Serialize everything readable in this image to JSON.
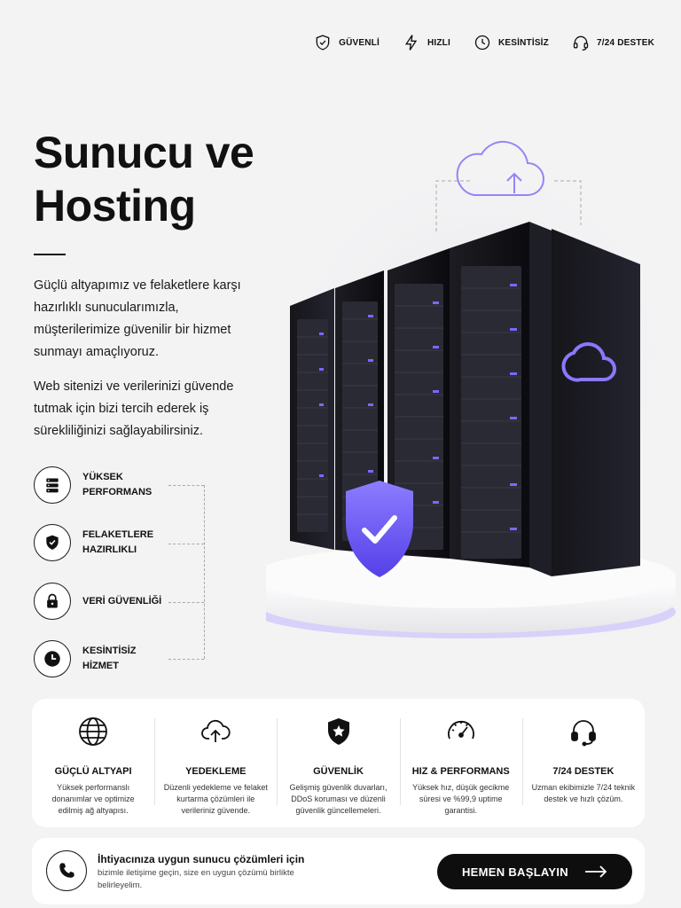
{
  "topbar": {
    "items": [
      {
        "label": "GÜVENLİ",
        "icon": "shield-check-icon"
      },
      {
        "label": "HIZLI",
        "icon": "lightning-icon"
      },
      {
        "label": "KESİNTİSİZ",
        "icon": "clock-icon"
      },
      {
        "label": "7/24 DESTEK",
        "icon": "headset-icon"
      }
    ]
  },
  "hero": {
    "title_line1": "Sunucu ve",
    "title_line2": "Hosting",
    "paragraph1": "Güçlü altyapımız ve felaketlere karşı hazırlıklı sunucularımızla, müşterilerimize güvenilir bir hizmet sunmayı amaçlıyoruz.",
    "paragraph2": "Web sitenizi ve verilerinizi güvende tutmak için bizi tercih ederek iş sürekliliğinizi sağlayabilirsiniz."
  },
  "features": [
    {
      "label": "YÜKSEK PERFORMANS",
      "icon": "server-stack-icon"
    },
    {
      "label": "FELAKETLERE HAZIRLIKLI",
      "icon": "shield-check-icon"
    },
    {
      "label": "VERİ GÜVENLİĞİ",
      "icon": "padlock-icon"
    },
    {
      "label": "KESİNTİSİZ HİZMET",
      "icon": "clock-icon"
    }
  ],
  "cards": [
    {
      "title": "GÜÇLÜ ALTYAPI",
      "desc": "Yüksek performanslı donanımlar ve optimize edilmiş ağ altyapısı.",
      "icon": "globe-icon"
    },
    {
      "title": "YEDEKLEME",
      "desc": "Düzenli yedekleme ve felaket kurtarma çözümleri ile verileriniz güvende.",
      "icon": "cloud-upload-icon"
    },
    {
      "title": "GÜVENLİK",
      "desc": "Gelişmiş güvenlik duvarları, DDoS koruması ve düzenli güvenlik güncellemeleri.",
      "icon": "shield-star-icon"
    },
    {
      "title": "HIZ & PERFORMANS",
      "desc": "Yüksek hız, düşük gecikme süresi ve %99,9 uptime garantisi.",
      "icon": "speedometer-icon"
    },
    {
      "title": "7/24 DESTEK",
      "desc": "Uzman ekibimizle 7/24 teknik destek ve hızlı çözüm.",
      "icon": "headset-icon"
    }
  ],
  "cta": {
    "title": "İhtiyacınıza uygun sunucu çözümleri için",
    "subtitle": "bizimle iletişime geçin, size en uygun çözümü birlikte belirleyelim.",
    "button_label": "HEMEN BAŞLAYIN",
    "icon": "phone-icon"
  },
  "colors": {
    "accent": "#7b6cf6",
    "dark": "#111111",
    "background": "#f3f3f4"
  }
}
